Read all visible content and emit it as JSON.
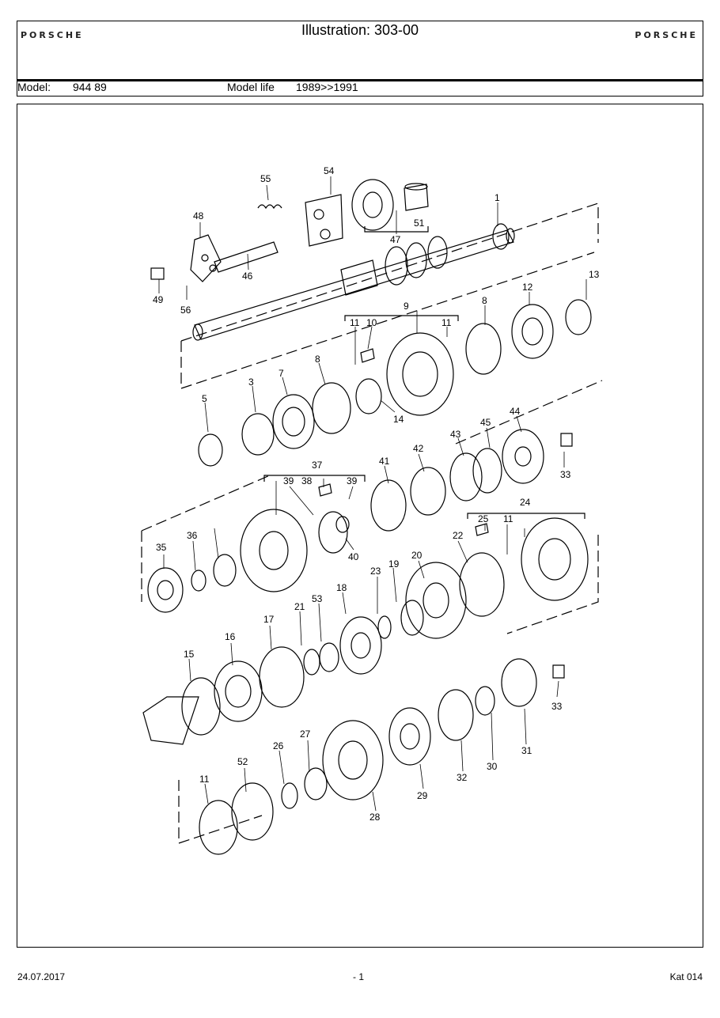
{
  "header": {
    "brand_left": "PORSCHE",
    "brand_right": "PORSCHE",
    "title": "Illustration: 303-00",
    "model_label": "Model:",
    "model_value": "944 89",
    "model_life_label": "Model life",
    "model_life_value": "1989>>1991"
  },
  "parts": {
    "p1": "1",
    "p3": "3",
    "p5": "5",
    "p7": "7",
    "p8a": "8",
    "p8b": "8",
    "p9": "9",
    "p10": "10",
    "p11a": "11",
    "p11b": "11",
    "p11c": "11",
    "p11d": "11",
    "p12": "12",
    "p13": "13",
    "p14": "14",
    "p15": "15",
    "p16": "16",
    "p17": "17",
    "p18": "18",
    "p19": "19",
    "p20": "20",
    "p21": "21",
    "p22": "22",
    "p23": "23",
    "p24": "24",
    "p25": "25",
    "p26": "26",
    "p27": "27",
    "p28": "28",
    "p29": "29",
    "p30": "30",
    "p31": "31",
    "p32": "32",
    "p33a": "33",
    "p33b": "33",
    "p35": "35",
    "p36": "36",
    "p37": "37",
    "p38": "38",
    "p39a": "39",
    "p39b": "39",
    "p40": "40",
    "p41": "41",
    "p42": "42",
    "p43": "43",
    "p44": "44",
    "p45": "45",
    "p46": "46",
    "p47": "47",
    "p48": "48",
    "p49": "49",
    "p51": "51",
    "p52": "52",
    "p53": "53",
    "p54": "54",
    "p55": "55",
    "p56": "56"
  },
  "footer": {
    "date": "24.07.2017",
    "page": "- 1",
    "catalog": "Kat 014"
  }
}
